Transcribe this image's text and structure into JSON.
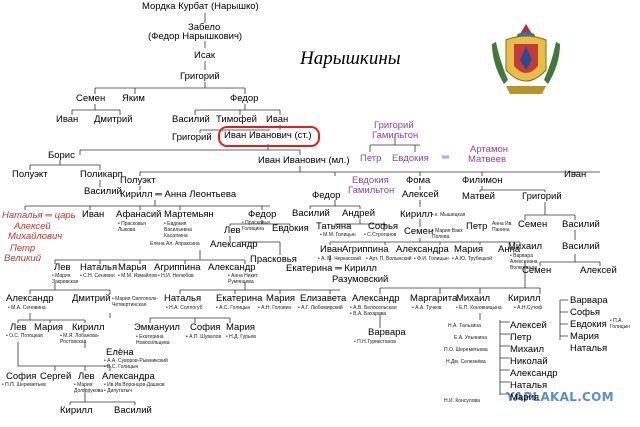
{
  "title": "Нарышкины",
  "watermark": "YAPLAKAL.COM",
  "colors": {
    "line": "#333333",
    "highlight": "#e0201c",
    "purple": "#8e44ad",
    "red": "#c0392b"
  },
  "icons": {
    "coat_of_arms": "coat-of-arms-icon"
  },
  "people": {
    "mordka": "Мордка Курбат (Нарышко)",
    "zabelo": "Забело",
    "zabelo_alias": "(Федор Нарышкович)",
    "isak": "Исак",
    "grigoriy1": "Григорий",
    "semen1": "Семен",
    "yakim": "Яким",
    "vasiliy1": "Василий",
    "fedor1": "Федор",
    "ivan1": "Иван",
    "dmitriy1": "Дмитрий",
    "timofey": "Тимофей",
    "ivan2": "Иван",
    "grigoriy2": "Григорий",
    "ivan_st": "Иван Иванович (ст.)",
    "grigoriy_ham": "Григорий",
    "gamilton": "Гамильтон",
    "artamon": "Артамон",
    "matveev": "Матвеев",
    "boris": "Борис",
    "ivan_ml": "Иван Иванович (мл.)",
    "petr_p": "Петр",
    "evdokiya_p": "Евдокия",
    "polueкt1": "Полуэкт",
    "polikarp": "Поликарп",
    "vasiliy2": "Василий",
    "polueкt2": "Полуэкт",
    "foma": "Фома",
    "filimon": "Филимон",
    "ivan3": "Иван",
    "evdokiya_g": "Евдокия",
    "evdokiya_g2": "Гамильтон",
    "kirill_anna": "Кирилл ═ Анна Леонтьева",
    "fedor2": "Федор",
    "aleksey1": "Алексей",
    "matvey": "Матвей",
    "grigoriy3": "Григорий",
    "natalya_tsar": "Наталья ═ царь",
    "aleksey_m": "Алексей",
    "mikhailovich": "Михайлович",
    "petr_velikiy": "Петр",
    "velikiy": "Великий",
    "ivan4": "Иван",
    "afanasiy": "Афанасий",
    "martemyan": "Мартемьян",
    "fedor3": "Федор",
    "vasiliy3": "Василий",
    "andrey": "Андрей",
    "kirill2": "Кирилл",
    "semen2": "Семен",
    "vasiliy4": "Василий",
    "tatyana": "Татьяна",
    "sofya1": "Софья",
    "semen3": "Семен",
    "petr2": "Петр",
    "evdokiya2": "Евдокия",
    "lev1": "Лев",
    "aleksandr1": "Александр",
    "ivan5": "Иван",
    "agrippina1": "Агриппина",
    "aleksandra1": "Александра",
    "mariya1": "Мария",
    "anna1": "Анна",
    "mikhail1": "Михаил",
    "vasiliy5": "Василий",
    "praskovya": "Прасковья",
    "ekaterina_k": "Екатерина ═ Кирилл",
    "razumovskiy": "Разумовский",
    "semen4": "Семен",
    "aleksey2": "Алексей",
    "lev2": "Лев",
    "natalya2": "Наталья",
    "mariya2": "Марья",
    "agrippina2": "Агриппина",
    "aleksandr2": "Александр",
    "aleksandr3": "Александр",
    "dmitriy2": "Дмитрий",
    "natalya3": "Наталья",
    "ekaterina2": "Екатерина",
    "mariya3": "Мария",
    "elizaveta": "Елизавета",
    "aleksandr4": "Александр",
    "margarita": "Маргарита",
    "mikhail2": "Михаил",
    "kirill3": "Кирилл",
    "varvara1": "Варвара",
    "sofya2": "Софья",
    "evdokiya3": "Евдокия",
    "mariya4": "Мария",
    "natalya4": "Наталья",
    "lev3": "Лев",
    "mariya5": "Мария",
    "kirill4": "Кирилл",
    "emmanuil": "Эммануил",
    "sofya3": "София",
    "mariya6": "Мария",
    "varvara2": "Варвара",
    "aleksey3": "Алексей",
    "petr3": "Петр",
    "mikhail3": "Михаил",
    "nikolay": "Николай",
    "aleksandr5": "Александр",
    "natalya5": "Наталья",
    "mariya7": "Мария",
    "elena": "Елена",
    "sofiya4": "София",
    "sergey": "Сергей",
    "lev4": "Лев",
    "aleksandra2": "Александра",
    "kirill5": "Кирилл",
    "vasiliy6": "Василий"
  },
  "spouses": {
    "afanasiy": "• Прасковья Лыкова",
    "martemyan": "• Евдокия Васильевна Касаткина",
    "fedor3": "• Прасковья Голицина",
    "lev1": "Елена Ал. Апраксина",
    "vasiliy3_l": "• М.М. Голицын",
    "tatyana": "• С.Строганов",
    "kirill2": "• к. Мышецкая",
    "semen2": "• Мария Вакх Полева",
    "anna_ivan": "Анна Ив. Панина",
    "lev2": "• Мария Закревская",
    "natalya2": "• С.Н. Сенявин",
    "mariya2": "• М.М. Измайлов",
    "agrippina2": "• Н.И. Нелюбов",
    "aleksandr2": "• Анна Никит. Румянцева",
    "ivan5": "• А. М. Черкасский",
    "agrippina1": "• Арт. П. Волынский",
    "aleksandra1": "• Ф.И. Голицын",
    "mariya1": "• А.Ю. Трубецкой",
    "mikhail1": "• Варвара Алексеевна Волконская",
    "aleksandr3": "• М.А. Сенявина",
    "dmitriy2": "• Мария Святополк-Четвертинская",
    "natalya3": "• Н.А. Соллогуб",
    "ekaterina2": "• А.С. Голицын",
    "mariya3": "• А.Н. Головин",
    "elizaveta": "• А.Г. Любомирский",
    "aleksandr4": "• А.В. Белосельская",
    "aleksandr4b": "• В.А. Бахарова",
    "margarita": "• А.А. Тучков",
    "mikhail2": "• Е.П. Коновницына",
    "kirill3": "• А.Н.Сутоф",
    "evdokiya3": "• П.А. Голицын",
    "lev3": "• О.С. Потоцкая",
    "kirill4": "• М.Я. Лобанова-Ростовская",
    "emmanuil": "• Екатерина Новосильцева",
    "mariya6": "• Н.Д. Гурьев",
    "sofya3": "• А.П. Шувалов",
    "varvara2": "• П.Н.Турикстанов",
    "aleksey3": "Н.А. Тальзина",
    "petr3": "Е.А. Ульянина",
    "mikhail3": "П.О. Шереметьева",
    "nikolay": "Н.Дм. Селезнёва",
    "elena": "• А.А. Суворов-Рымникский",
    "elena2": "• В.С. Голицын",
    "sofiya4": "• П.П. Шереметьев",
    "lev4": "• Мария Долгорукова",
    "aleksandra2": "• Ив.Ив.Воронцов-Дашков",
    "aleksandra2b": "• Дипутатыч",
    "nikolay2": "Н.И. Консулова"
  }
}
